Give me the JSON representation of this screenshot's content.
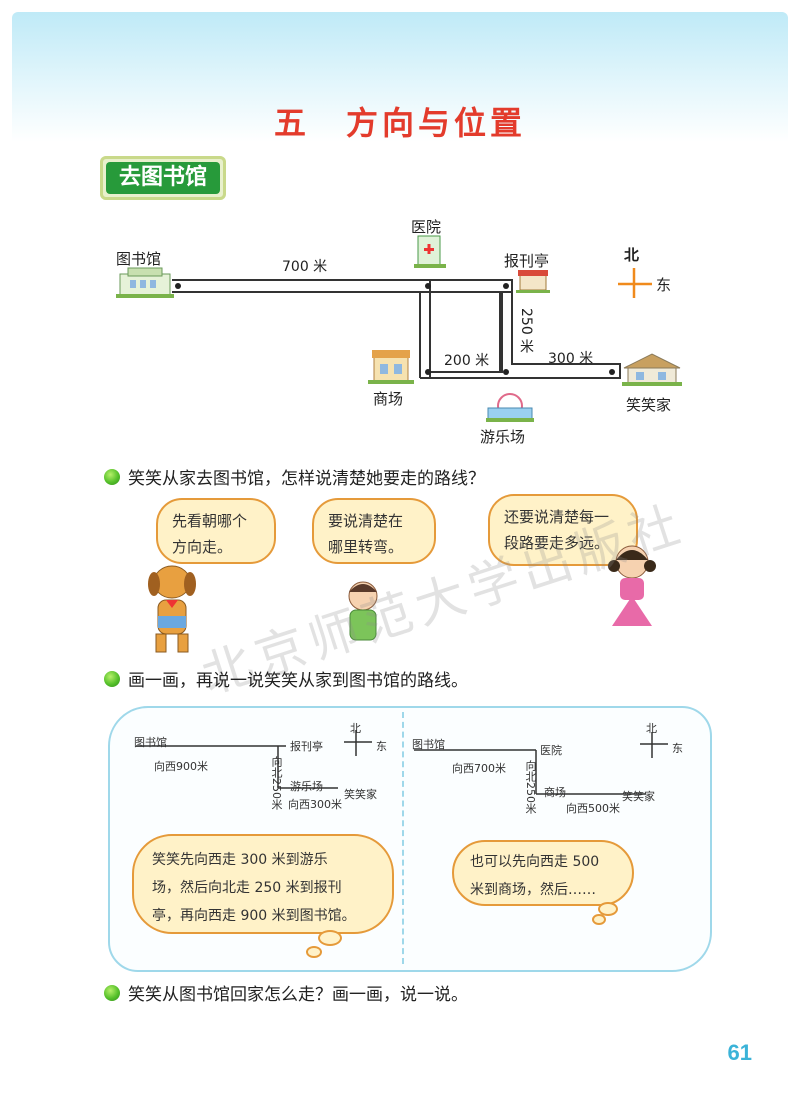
{
  "chapter_title": "五　方向与位置",
  "section_badge": "去图书馆",
  "map": {
    "library": "图书馆",
    "hospital": "医院",
    "newsstand": "报刊亭",
    "mall": "商场",
    "amusement_park": "游乐场",
    "home": "笑笑家",
    "d700": "700 米",
    "d200": "200 米",
    "d250": "250 米",
    "d300": "300 米",
    "compass_north": "北",
    "compass_east": "东"
  },
  "q1": "笑笑从家去图书馆，怎样说清楚她要走的路线？",
  "bubbles": {
    "dog_line1": "先看朝哪个",
    "dog_line2": "方向走。",
    "boy_line1": "要说清楚在",
    "boy_line2": "哪里转弯。",
    "girl_line1": "还要说清楚每一",
    "girl_line2": "段路要走多远。"
  },
  "watermark": "北京师范大学出版社",
  "q2": "画一画，再说一说笑笑从家到图书馆的路线。",
  "sketch_left": {
    "library": "图书馆",
    "west900": "向西900米",
    "newsstand": "报刊亭",
    "north250": "向北250米",
    "park": "游乐场",
    "west300": "向西300米",
    "home": "笑笑家",
    "north": "北",
    "east": "东"
  },
  "sketch_right": {
    "library": "图书馆",
    "west700": "向西700米",
    "hospital": "医院",
    "north250": "向北250米",
    "mall": "商场",
    "west500": "向西500米",
    "home": "笑笑家",
    "north": "北",
    "east": "东"
  },
  "cloud_left": {
    "line1": "笑笑先向西走 300 米到游乐",
    "line2": "场，然后向北走 250 米到报刊",
    "line3": "亭，再向西走 900 米到图书馆。"
  },
  "cloud_right": {
    "line1": "也可以先向西走 500",
    "line2": "米到商场，然后……"
  },
  "q3": "笑笑从图书馆回家怎么走？画一画，说一说。",
  "page_number": "61"
}
